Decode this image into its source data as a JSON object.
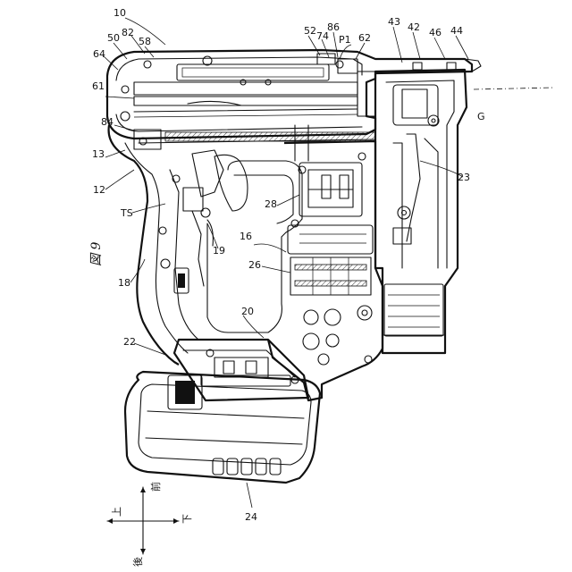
{
  "figure": {
    "title": "図 9"
  },
  "labels": [
    {
      "id": "10",
      "text": "10"
    },
    {
      "id": "50",
      "text": "50"
    },
    {
      "id": "82",
      "text": "82"
    },
    {
      "id": "58",
      "text": "58"
    },
    {
      "id": "64",
      "text": "64"
    },
    {
      "id": "61",
      "text": "61"
    },
    {
      "id": "84",
      "text": "84"
    },
    {
      "id": "13",
      "text": "13"
    },
    {
      "id": "12",
      "text": "12"
    },
    {
      "id": "ts",
      "text": "TS"
    },
    {
      "id": "18",
      "text": "18"
    },
    {
      "id": "22",
      "text": "22"
    },
    {
      "id": "24",
      "text": "24"
    },
    {
      "id": "20",
      "text": "20"
    },
    {
      "id": "19",
      "text": "19"
    },
    {
      "id": "16",
      "text": "16"
    },
    {
      "id": "26",
      "text": "26"
    },
    {
      "id": "28",
      "text": "28"
    },
    {
      "id": "52",
      "text": "52"
    },
    {
      "id": "74",
      "text": "74"
    },
    {
      "id": "86",
      "text": "86"
    },
    {
      "id": "p1",
      "text": "P1"
    },
    {
      "id": "62",
      "text": "62"
    },
    {
      "id": "43",
      "text": "43"
    },
    {
      "id": "42",
      "text": "42"
    },
    {
      "id": "46",
      "text": "46"
    },
    {
      "id": "44",
      "text": "44"
    },
    {
      "id": "g",
      "text": "G"
    },
    {
      "id": "23",
      "text": "23"
    }
  ],
  "directions": {
    "up": "上",
    "front": "前",
    "down": "下",
    "back": "後"
  }
}
